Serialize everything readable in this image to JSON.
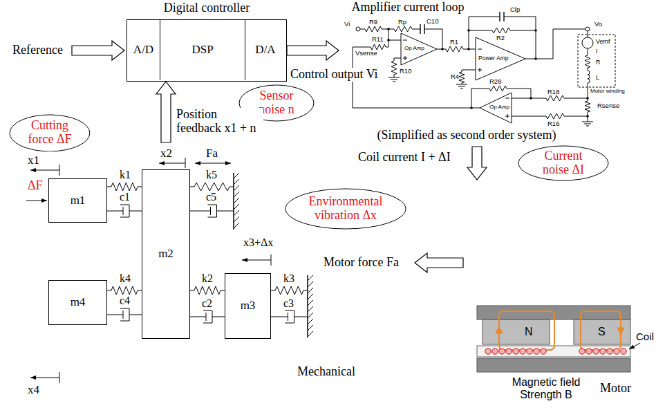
{
  "diagram": {
    "nodes": [
      {
        "text": [
          "Digital controller"
        ]
      },
      {
        "text": [
          "A/D"
        ],
        "in": 0
      },
      {
        "text": [
          "DSP"
        ],
        "in": 0
      },
      {
        "text": [
          "D/A"
        ],
        "in": 0
      },
      {
        "text": [
          "Amplifier current loop",
          "(Simplified as second order system)"
        ]
      },
      {
        "text": [
          "Sensor noise n"
        ]
      },
      {
        "text": [
          "Cutting force ΔF"
        ]
      },
      {
        "text": [
          "Mechanical"
        ]
      },
      {
        "text": [
          "m1"
        ],
        "in": 7
      },
      {
        "text": [
          "m2"
        ],
        "in": 7
      },
      {
        "text": [
          "m4"
        ],
        "in": 7
      },
      {
        "text": [
          "m3"
        ],
        "in": 7
      },
      {
        "text": [
          "Current noise ΔI"
        ]
      },
      {
        "text": [
          "Environmental vibration Δx"
        ]
      },
      {
        "text": [
          "Motor"
        ]
      }
    ],
    "edges": [
      {
        "from": 0,
        "to": 4,
        "arrow": "to",
        "label": "Control output Vi"
      },
      {
        "from": 4,
        "to": 14,
        "arrow": "to",
        "label": "Coil current I + ΔI"
      },
      {
        "from": 14,
        "to": 7,
        "arrow": "to",
        "label": "Motor force Fa"
      },
      {
        "from": 7,
        "to": 0,
        "arrow": "to",
        "label": "Position feedback x1 + n"
      },
      {
        "from": 8,
        "to": 9,
        "arrow": "none",
        "label": "k1"
      },
      {
        "from": 8,
        "to": 9,
        "arrow": "none",
        "label": "c1"
      },
      {
        "from": 10,
        "to": 9,
        "arrow": "none",
        "label": "k4"
      },
      {
        "from": 10,
        "to": 9,
        "arrow": "none",
        "label": "c4"
      },
      {
        "from": 9,
        "to": 11,
        "arrow": "none",
        "label": "k2"
      },
      {
        "from": 9,
        "to": 11,
        "arrow": "none",
        "label": "c2"
      }
    ],
    "labels": [
      "Reference",
      "Vi",
      "R9",
      "Rp",
      "C10",
      "Clp",
      "R2",
      "Vo",
      "R11",
      "Vsense",
      "R1",
      "R10",
      "R4",
      "Op Amp",
      "Power Amp",
      "R28",
      "R18",
      "R16",
      "Rsense",
      "Vemf",
      "I",
      "R",
      "L",
      "Motor winding",
      "Op Amp",
      "x1",
      "x2",
      "Fa",
      "ΔF",
      "k5",
      "c5",
      "x3+Δx",
      "k3",
      "c3",
      "x4",
      "N",
      "S",
      "Coil",
      "Magnetic field Strength B"
    ]
  }
}
